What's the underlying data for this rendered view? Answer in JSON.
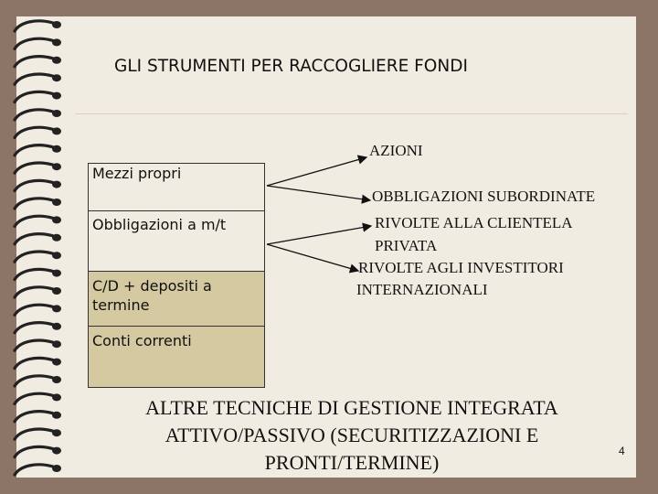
{
  "slide": {
    "title": "GLI STRUMENTI PER RACCOGLIERE FONDI",
    "page_number": "4"
  },
  "funding_boxes": [
    {
      "label": "Mezzi propri"
    },
    {
      "label": "Obbligazioni a m/t"
    },
    {
      "label": "C/D + depositi a termine"
    },
    {
      "label": "Conti correnti"
    }
  ],
  "instruments": {
    "azioni": "AZIONI",
    "obbligazioni_subordinate": "OBBLIGAZIONI SUBORDINATE",
    "rivolte_clientela_line1": "RIVOLTE ALLA CLIENTELA",
    "rivolte_clientela_line2": "PRIVATA",
    "rivolte_investitori_line1": "RIVOLTE AGLI INVESTITORI",
    "rivolte_investitori_line2": "INTERNAZIONALI"
  },
  "footer_text": {
    "line1": "ALTRE TECNICHE DI GESTIONE INTEGRATA",
    "line2": "ATTIVO/PASSIVO (SECURITIZZAZIONI E",
    "line3": "PRONTI/TERMINE)"
  },
  "colors": {
    "background": "#8c7566",
    "page": "#f1ece1",
    "box_fill": "#d4c9a0",
    "spiral": "#222222"
  }
}
